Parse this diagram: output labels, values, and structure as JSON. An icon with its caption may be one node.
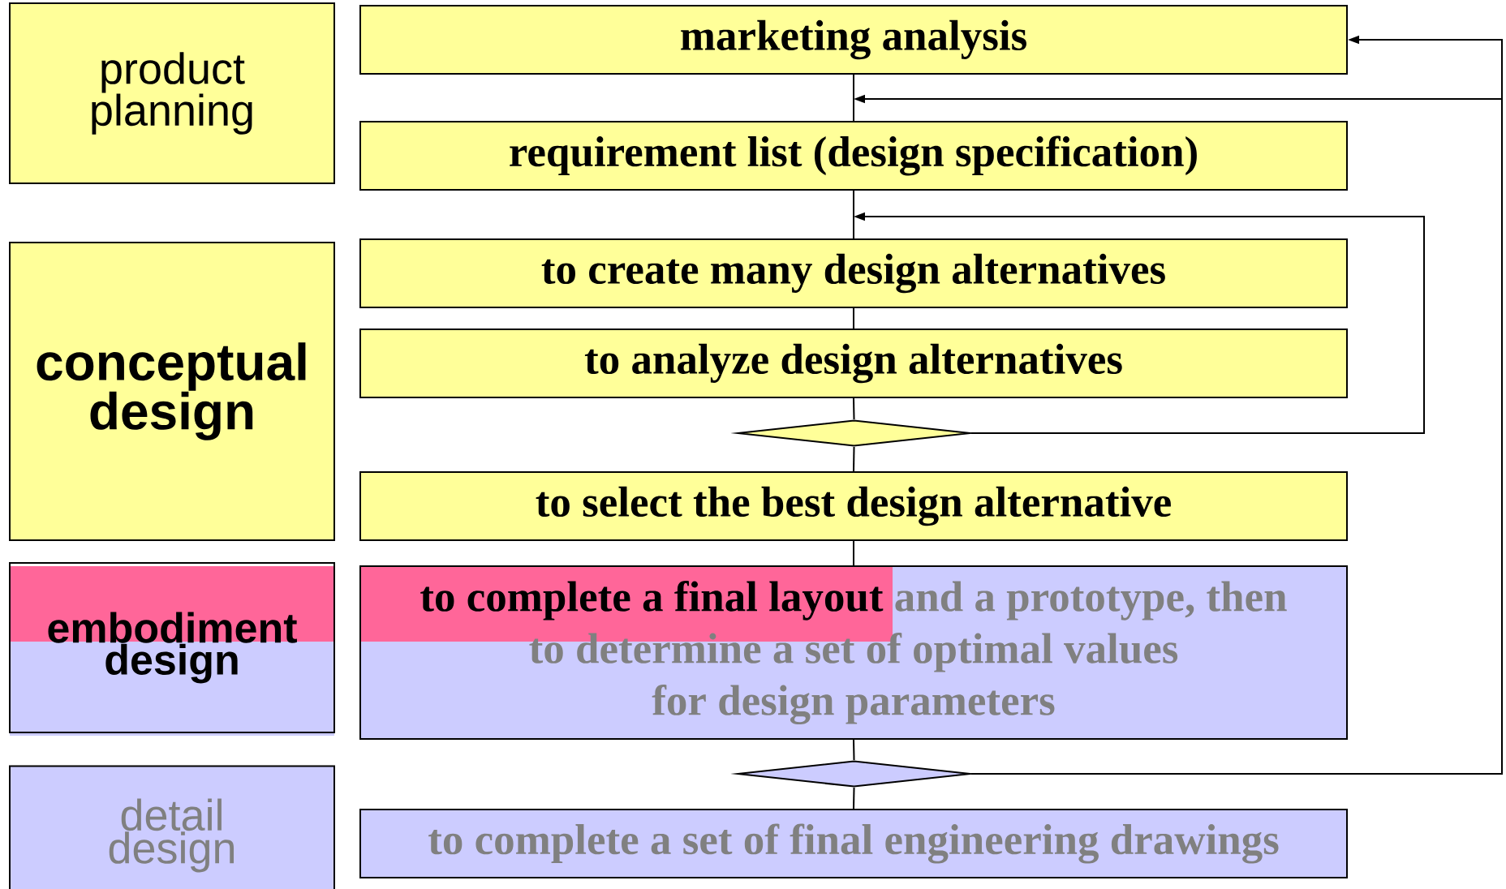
{
  "diagram": {
    "nodes": [
      {
        "text": [
          "product planning"
        ]
      },
      {
        "text": [
          "marketing analysis"
        ]
      },
      {
        "text": [
          "requirement list (design specification)"
        ]
      },
      {
        "text": [
          "conceptual design"
        ]
      },
      {
        "text": [
          "to create many design alternatives"
        ]
      },
      {
        "text": [
          "to analyze design alternatives"
        ]
      },
      {
        "text": [],
        "shape": "diamond"
      },
      {
        "text": [
          "to select the best design alternative"
        ]
      },
      {
        "text": [
          "embodiment design"
        ]
      },
      {
        "text": [
          "to complete a final layout",
          "and a prototype, then to determine a set of optimal values for design parameters"
        ]
      },
      {
        "text": [],
        "shape": "diamond"
      },
      {
        "text": [
          "detail design"
        ]
      },
      {
        "text": [
          "to complete a set of final engineering drawings"
        ]
      }
    ],
    "edges": [
      {
        "from": 1,
        "to": 2,
        "arrow": "none"
      },
      {
        "from": 2,
        "to": 4,
        "arrow": "none"
      },
      {
        "from": 4,
        "to": 5,
        "arrow": "none"
      },
      {
        "from": 5,
        "to": 6,
        "arrow": "none"
      },
      {
        "from": 6,
        "to": 7,
        "arrow": "none"
      },
      {
        "from": 7,
        "to": 9,
        "arrow": "none"
      },
      {
        "from": 9,
        "to": 10,
        "arrow": "none"
      },
      {
        "from": 10,
        "to": 12,
        "arrow": "none"
      },
      {
        "from": 6,
        "to": 4,
        "arrow": "to"
      },
      {
        "from": 10,
        "to": 1,
        "arrow": "to"
      },
      {
        "from": 10,
        "to": 2,
        "arrow": "to"
      }
    ]
  }
}
